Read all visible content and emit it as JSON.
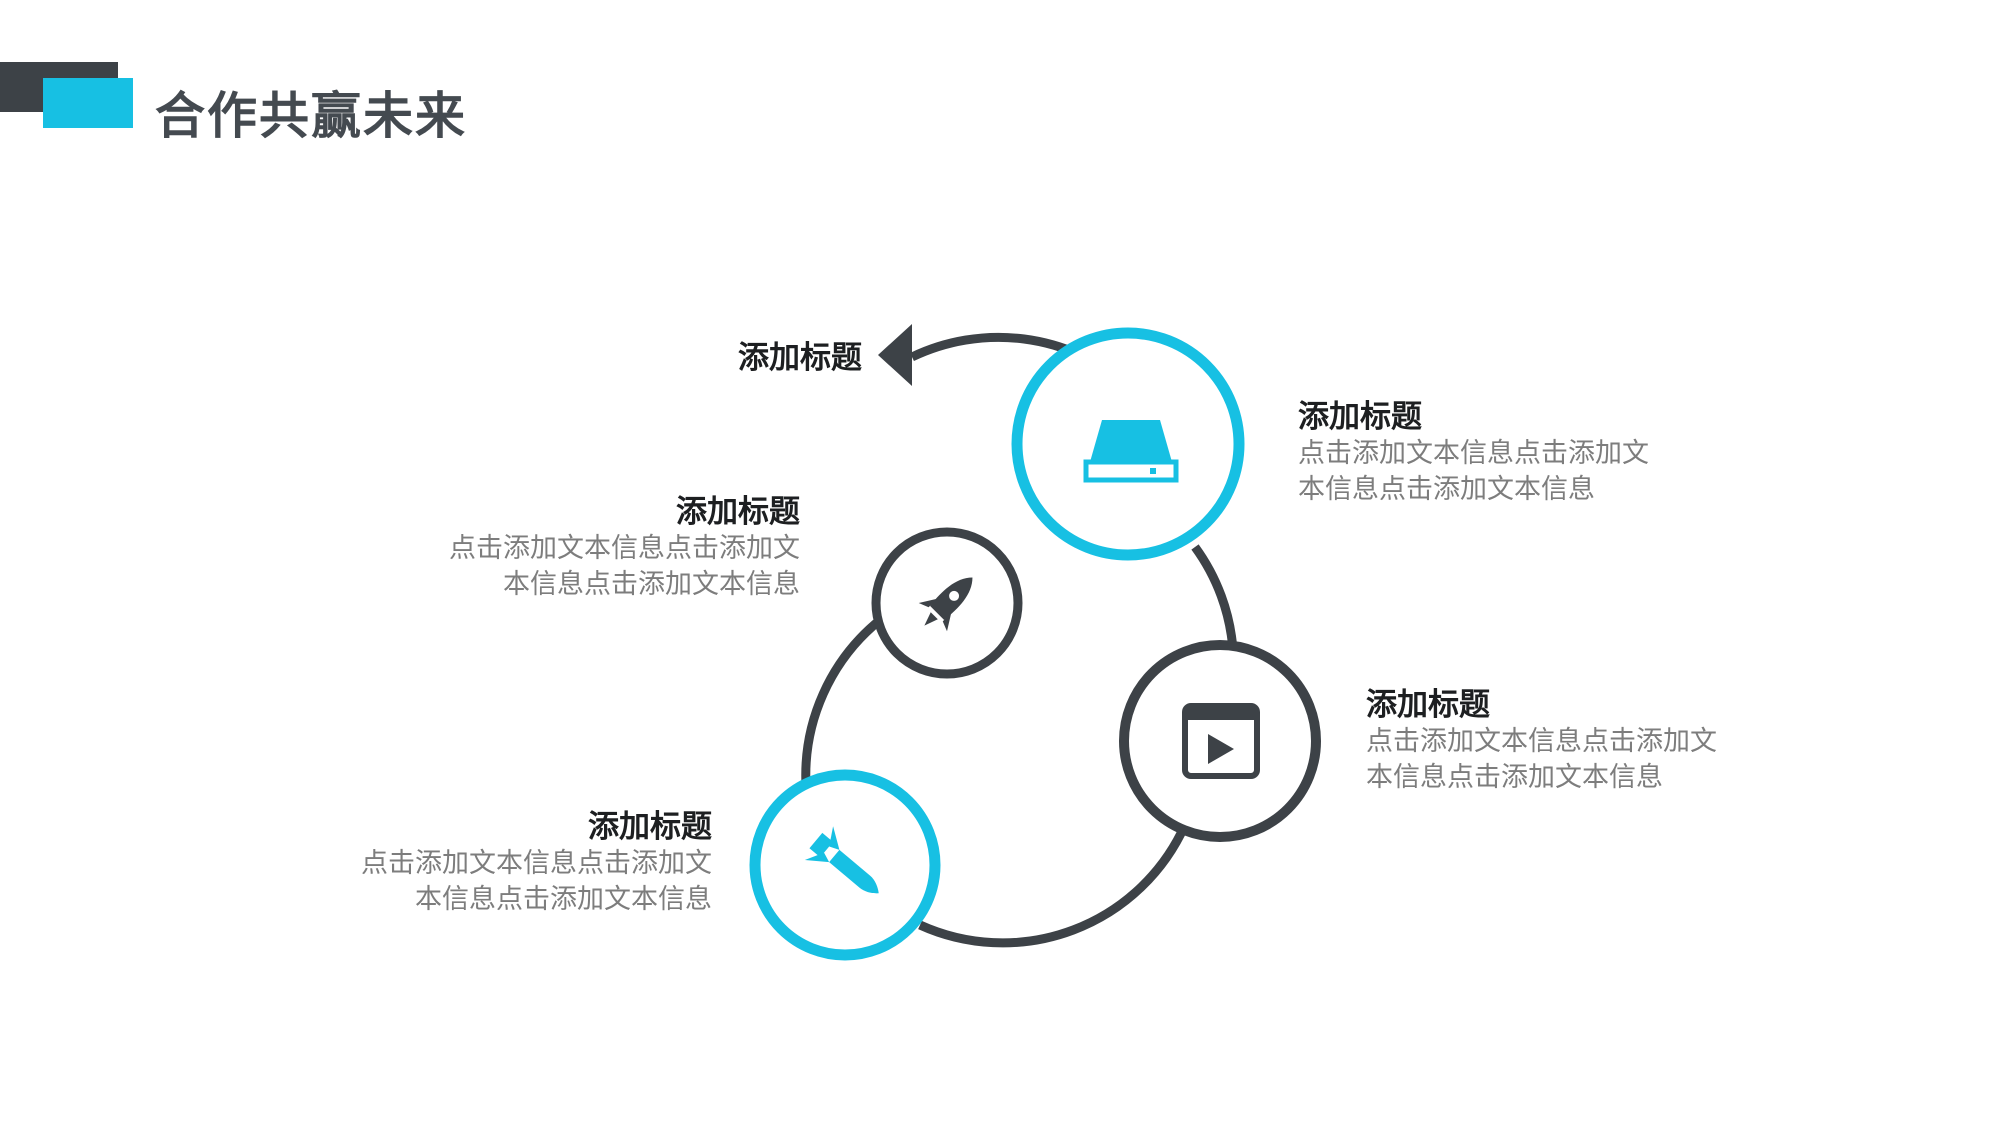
{
  "title": "合作共赢未来",
  "colors": {
    "accent": "#17c0e3",
    "dark": "#3d4247",
    "title": "#444a50",
    "heading": "#1d1f21",
    "body": "#7d7d7d"
  },
  "items": [
    {
      "title": "添加标题",
      "desc_line1": "点击添加文本信息点击添加文",
      "desc_line2": "本信息点击添加文本信息",
      "icon": "hard-drive-icon"
    },
    {
      "title": "添加标题",
      "desc_line1": "点击添加文本信息点击添加文",
      "desc_line2": "本信息点击添加文本信息",
      "icon": "video-clapper-icon"
    },
    {
      "title": "添加标题",
      "desc_line1": "点击添加文本信息点击添加文",
      "desc_line2": "本信息点击添加文本信息",
      "icon": "rocket-icon"
    },
    {
      "title": "添加标题",
      "desc_line1": "点击添加文本信息点击添加文",
      "desc_line2": "本信息点击添加文本信息",
      "icon": "missile-icon"
    }
  ],
  "arrow_label": "添加标题"
}
